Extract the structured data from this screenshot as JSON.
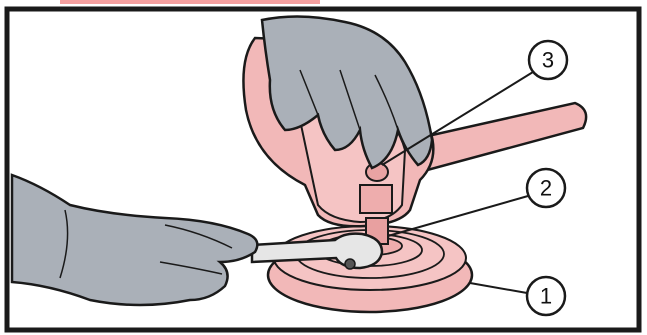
{
  "figure": {
    "callouts": [
      {
        "id": "1",
        "label": "1",
        "part": "backing-pad"
      },
      {
        "id": "2",
        "label": "2",
        "part": "pad-retaining-nut"
      },
      {
        "id": "3",
        "label": "3",
        "part": "spindle-lock-button"
      }
    ],
    "colors": {
      "frame": "#1a1a1a",
      "tool_body": "#f2b8b8",
      "hand": "#aab0b8",
      "outline": "#1a1a1a",
      "top_accent": "#f4a0a0"
    }
  }
}
